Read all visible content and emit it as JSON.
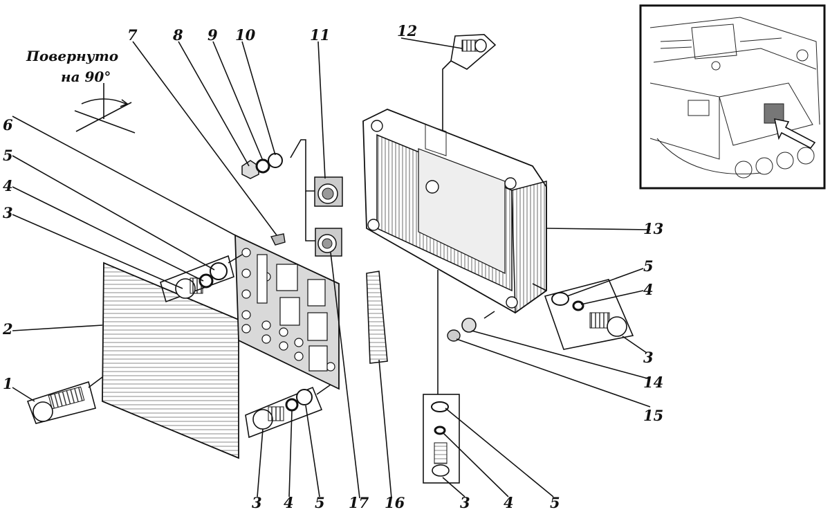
{
  "note": {
    "line1": "Повернуто",
    "line2": "на 90°"
  },
  "callouts": [
    "1",
    "2",
    "3",
    "4",
    "5",
    "6",
    "7",
    "8",
    "9",
    "10",
    "11",
    "12",
    "13",
    "14",
    "15",
    "16",
    "17"
  ],
  "callouts_repeat": {
    "left_group": {
      "a": "3",
      "b": "4",
      "c": "5"
    },
    "bottom_mid": {
      "a": "3",
      "b": "4",
      "c": "5"
    },
    "bottom_right": {
      "a": "3",
      "b": "4",
      "c": "5"
    },
    "right_group": {
      "a": "5",
      "b": "4",
      "c": "3"
    }
  },
  "icons": [
    "inset-vehicle-view",
    "rotation-axes-icon",
    "arrow-pointer-icon"
  ]
}
